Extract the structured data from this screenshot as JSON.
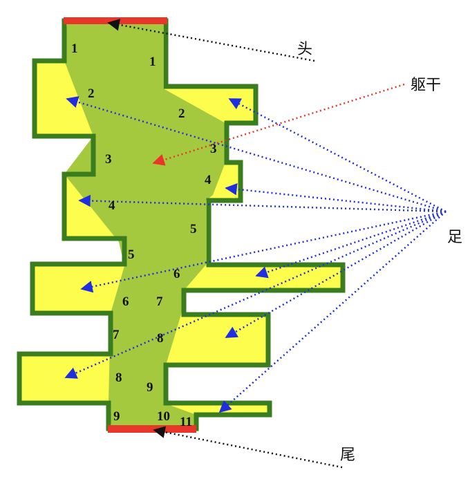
{
  "labels": {
    "head": "头",
    "torso": "躯干",
    "feet": "足",
    "tail": "尾"
  },
  "numbers": [
    "1",
    "1",
    "2",
    "2",
    "3",
    "3",
    "4",
    "4",
    "5",
    "5",
    "6",
    "6",
    "7",
    "7",
    "8",
    "8",
    "9",
    "9",
    "10",
    "11"
  ],
  "colors": {
    "outline": "#3a7d1e",
    "leg_fill": "#fdfd4e",
    "body_fill": "#a4c93e",
    "cap": "#e8372a",
    "arrow_blue": "#1f2fe0",
    "arrow_red": "#e8372a",
    "arrow_black": "#111111"
  }
}
